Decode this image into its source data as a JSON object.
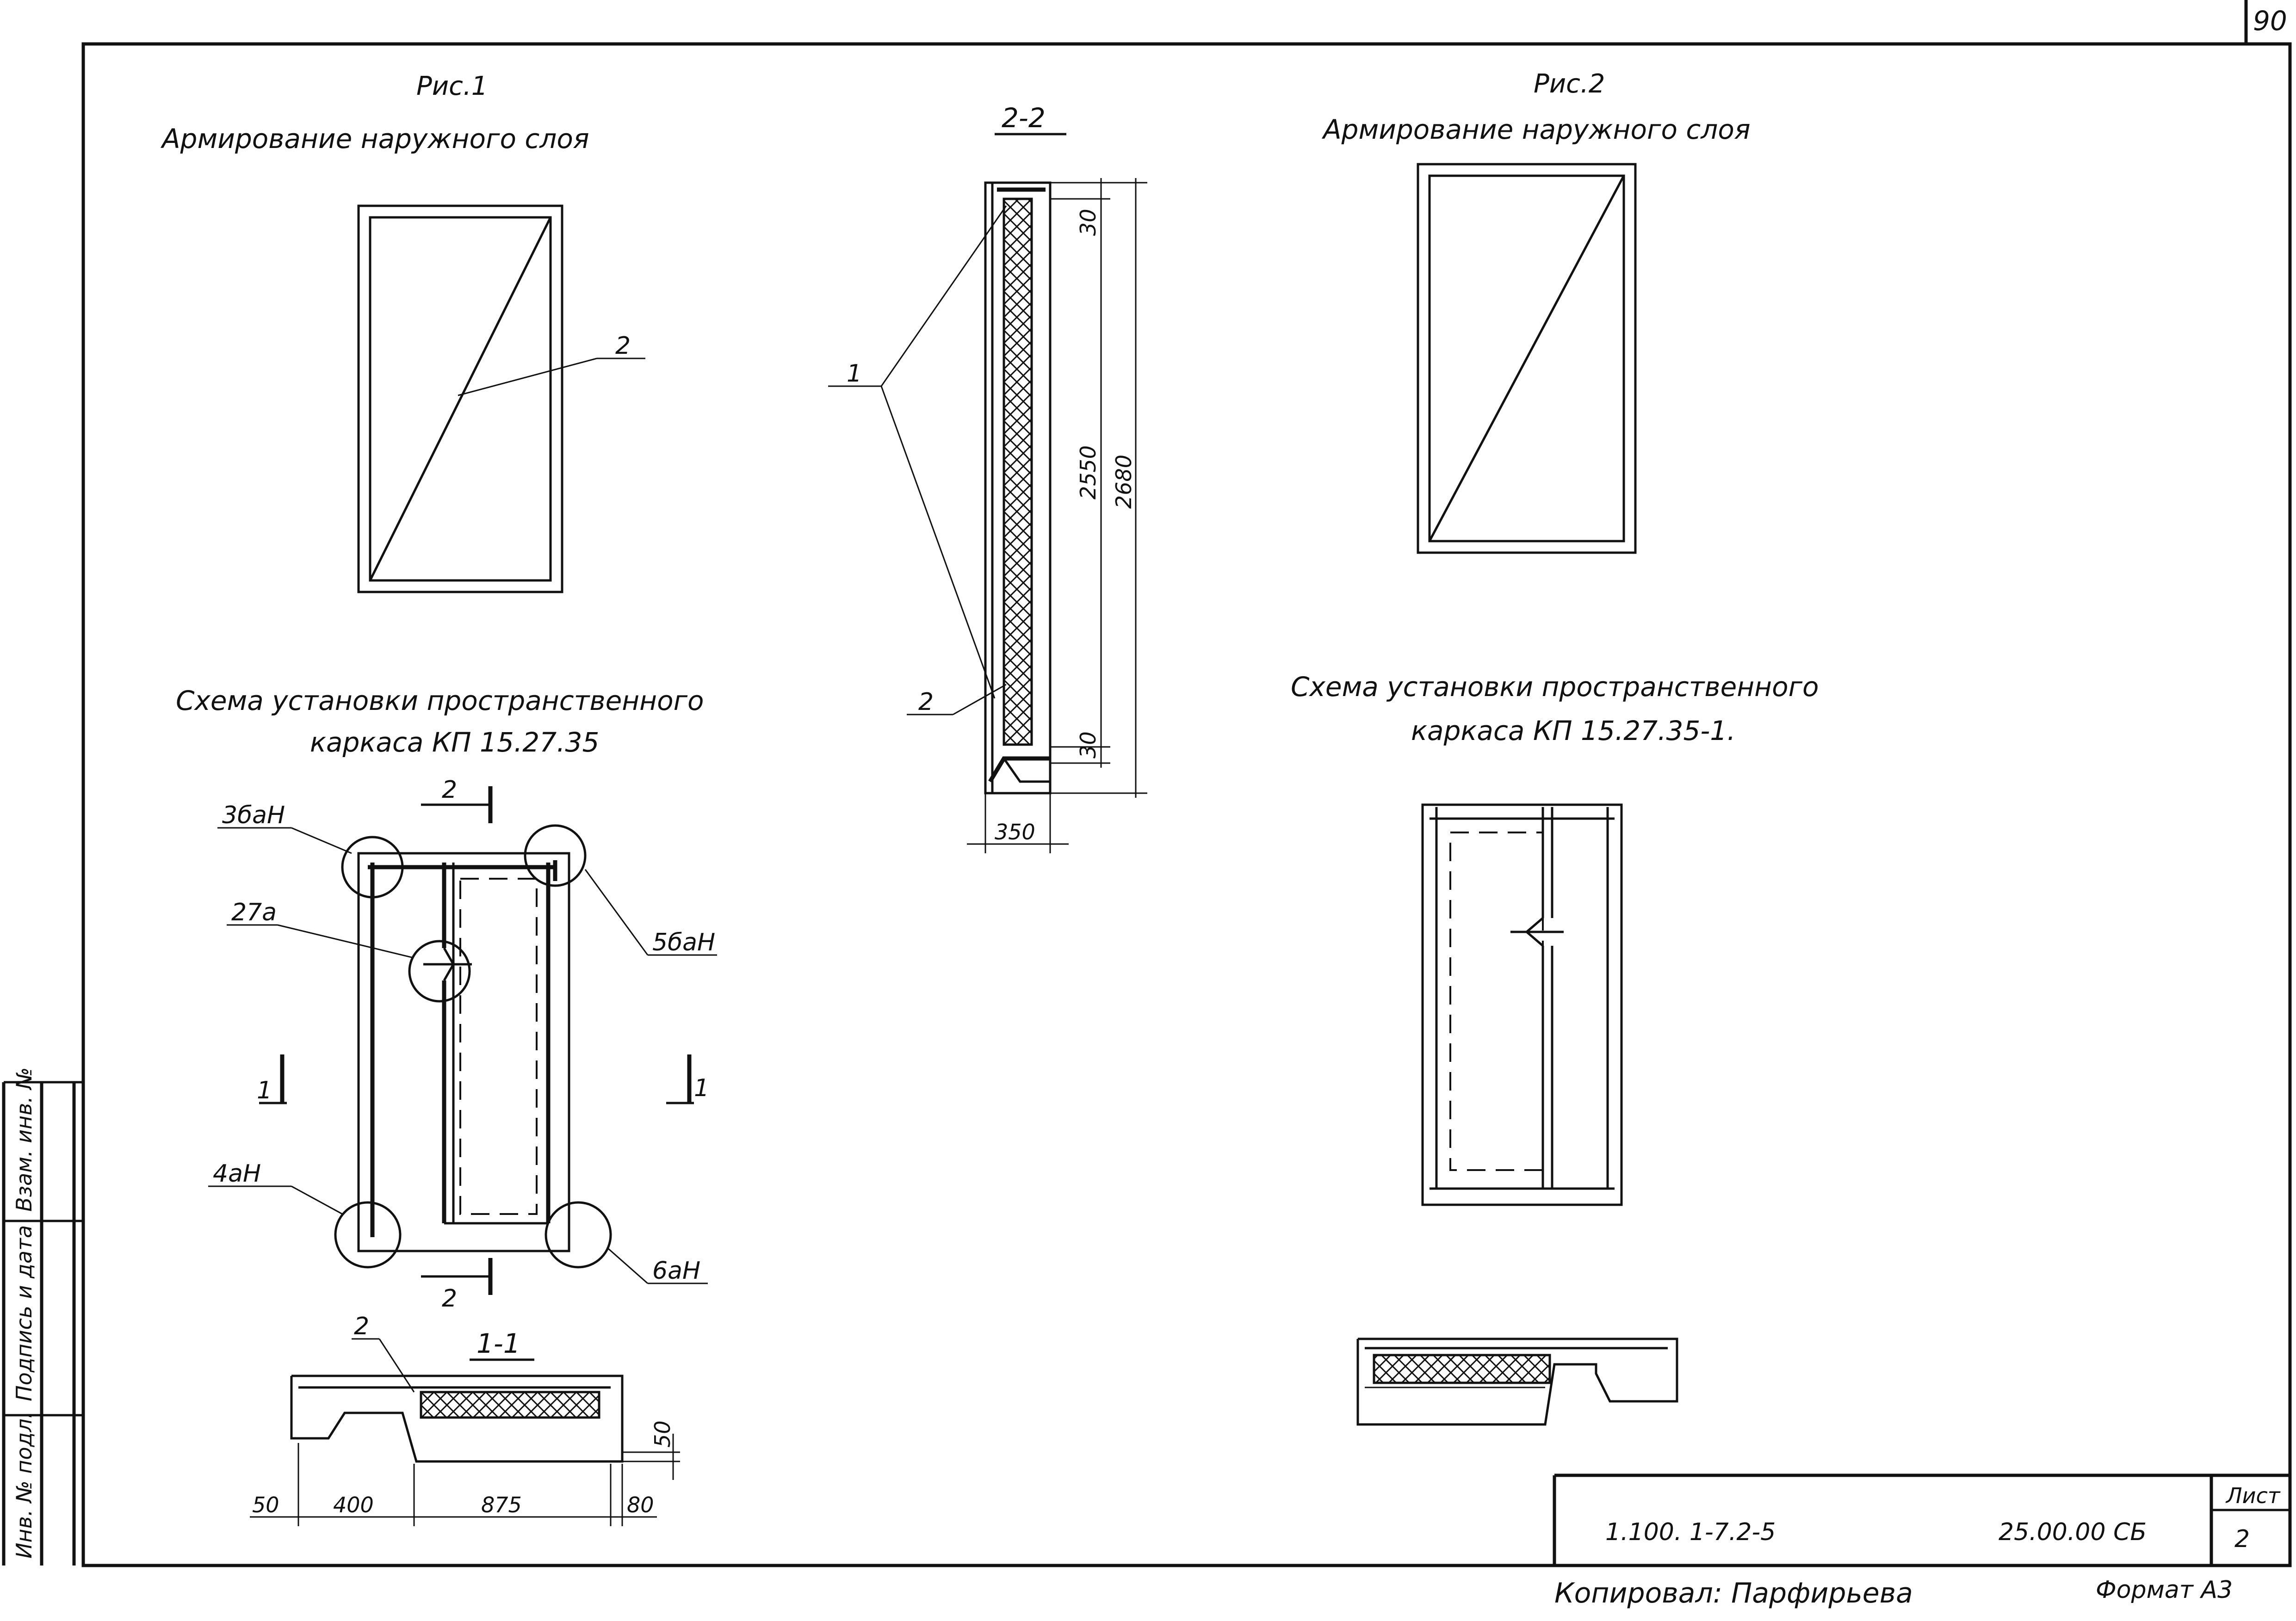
{
  "sheet": {
    "corner_number": "90",
    "document_code": "1.100. 1-7.2-5",
    "item_code": "25.00.00 СБ",
    "sheet_label": "Лист",
    "sheet_number": "2",
    "copied_by": "Копировал: Парфирьева",
    "format": "Формат А3"
  },
  "side_stamp": {
    "inv_orig": "Инв. № подл.",
    "sign_date": "Подпись и дата",
    "replace_inv": "Взам. инв. №"
  },
  "fig1": {
    "caption": "Рис.1",
    "title": "Армирование наружного слоя",
    "leader_2": "2"
  },
  "fig2": {
    "caption": "Рис.2",
    "title": "Армирование наружного слоя"
  },
  "section22": {
    "title": "2-2",
    "dim_30_top": "30",
    "dim_2550": "2550",
    "dim_2680": "2680",
    "dim_30_bottom": "30",
    "dim_350": "350",
    "leader_1": "1",
    "leader_2": "2"
  },
  "scheme1": {
    "title_line1": "Схема установки пространственного",
    "title_line2": "каркаса КП 15.27.35",
    "node_3ban": "3баН",
    "node_27a": "27а",
    "node_5ban": "5баН",
    "node_4an": "4аН",
    "node_6an": "6аН",
    "cut2_top": "2",
    "cut2_bottom": "2",
    "cut1_left": "1",
    "cut1_right": "1"
  },
  "section11": {
    "title": "1-1",
    "leader_2": "2",
    "dim_50_left": "50",
    "dim_400": "400",
    "dim_875": "875",
    "dim_80": "80",
    "dim_50_right": "50"
  },
  "scheme2": {
    "title_line1": "Схема установки пространственного",
    "title_line2": "каркаса КП 15.27.35-1."
  }
}
